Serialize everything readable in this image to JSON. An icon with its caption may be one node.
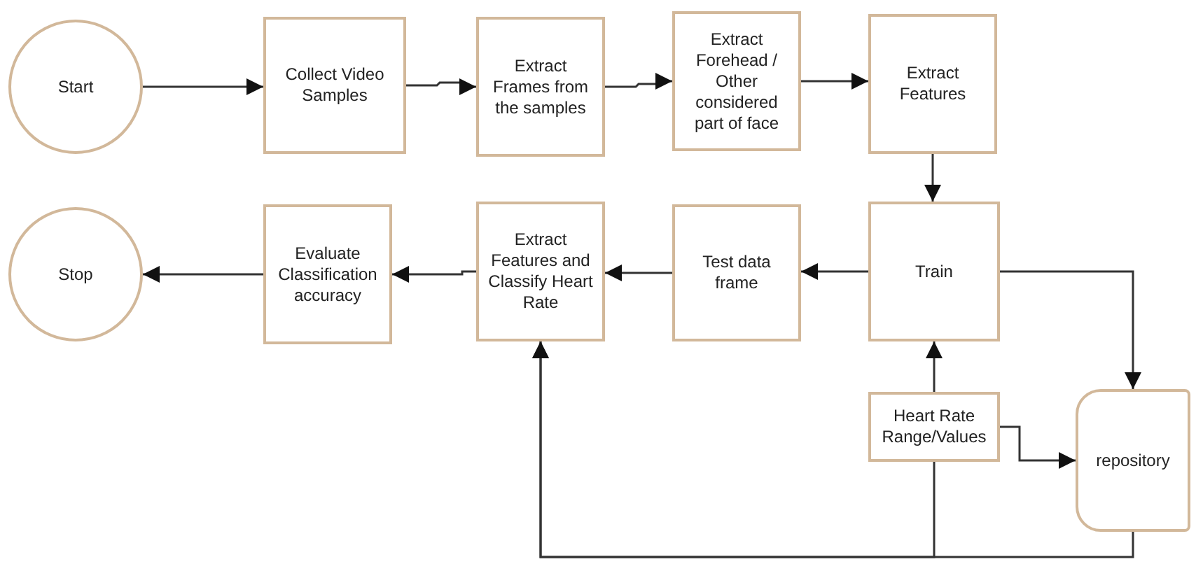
{
  "diagram": {
    "nodes": [
      {
        "text": [
          "Start"
        ]
      },
      {
        "text": [
          "Collect Video Samples"
        ]
      },
      {
        "text": [
          "Extract Frames from the samples"
        ]
      },
      {
        "text": [
          "Extract Forehead / Other considered part of face"
        ]
      },
      {
        "text": [
          "Extract Features"
        ]
      },
      {
        "text": [
          "Stop"
        ]
      },
      {
        "text": [
          "Evaluate Classification accuracy"
        ]
      },
      {
        "text": [
          "Extract Features and Classify Heart Rate"
        ]
      },
      {
        "text": [
          "Test data frame"
        ]
      },
      {
        "text": [
          "Train"
        ]
      },
      {
        "text": [
          "Heart Rate Range/Values"
        ]
      },
      {
        "text": [
          "repository"
        ]
      }
    ],
    "edges": [
      {
        "from": 0,
        "to": 1,
        "arrow": "to"
      },
      {
        "from": 1,
        "to": 2,
        "arrow": "to"
      },
      {
        "from": 2,
        "to": 3,
        "arrow": "to"
      },
      {
        "from": 3,
        "to": 4,
        "arrow": "to"
      },
      {
        "from": 4,
        "to": 9,
        "arrow": "to"
      },
      {
        "from": 9,
        "to": 8,
        "arrow": "to"
      },
      {
        "from": 8,
        "to": 7,
        "arrow": "to"
      },
      {
        "from": 7,
        "to": 6,
        "arrow": "to"
      },
      {
        "from": 6,
        "to": 5,
        "arrow": "to"
      },
      {
        "from": 9,
        "to": 11,
        "arrow": "to"
      },
      {
        "from": 10,
        "to": 9,
        "arrow": "to"
      },
      {
        "from": 10,
        "to": 11,
        "arrow": "to"
      },
      {
        "from": 11,
        "to": 7,
        "arrow": "to"
      },
      {
        "from": 10,
        "to": 7,
        "arrow": "to"
      }
    ]
  }
}
